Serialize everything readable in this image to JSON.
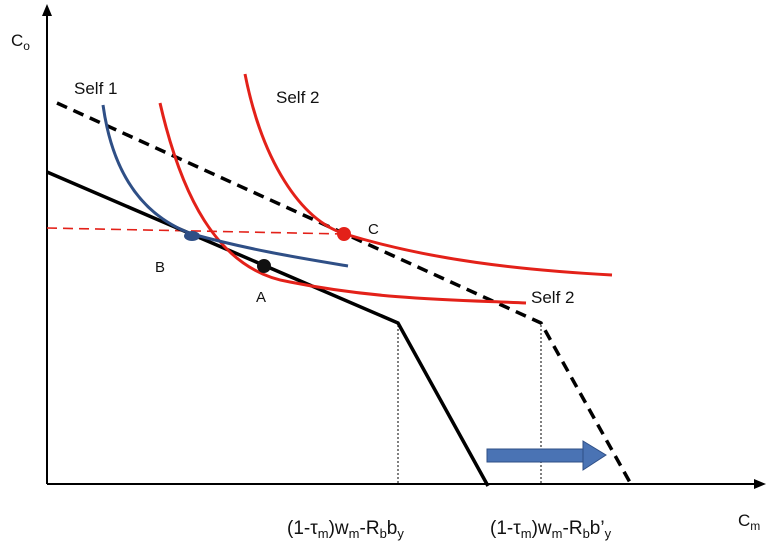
{
  "diagram": {
    "axes": {
      "y_label_main": "C",
      "y_label_sub": "o",
      "x_label_main": "C",
      "x_label_sub": "m"
    },
    "curves": {
      "self1_label": "Self 1",
      "self2_upper_label": "Self 2",
      "self2_lower_label": "Self 2"
    },
    "points": {
      "a_label": "A",
      "b_label": "B",
      "c_label": "C"
    },
    "tick_labels": {
      "kink1": {
        "p1": "(1-",
        "tau": "τ",
        "tau_sub": "m",
        "p2": ")w",
        "w_sub": "m",
        "p3": "-R",
        "r_sub": "b",
        "p4": "b",
        "b_sub": "y"
      },
      "kink2": {
        "p1": "(1-",
        "tau": "τ",
        "tau_sub": "m",
        "p2": ")w",
        "w_sub": "m",
        "p3": "-R",
        "r_sub": "b",
        "p4": "b’",
        "b_sub": "y"
      }
    },
    "colors": {
      "budget": "#000000",
      "self1": "#2f4f86",
      "self2": "#e32119",
      "reference": "#e32119",
      "arrow": "#4a73b4"
    }
  }
}
